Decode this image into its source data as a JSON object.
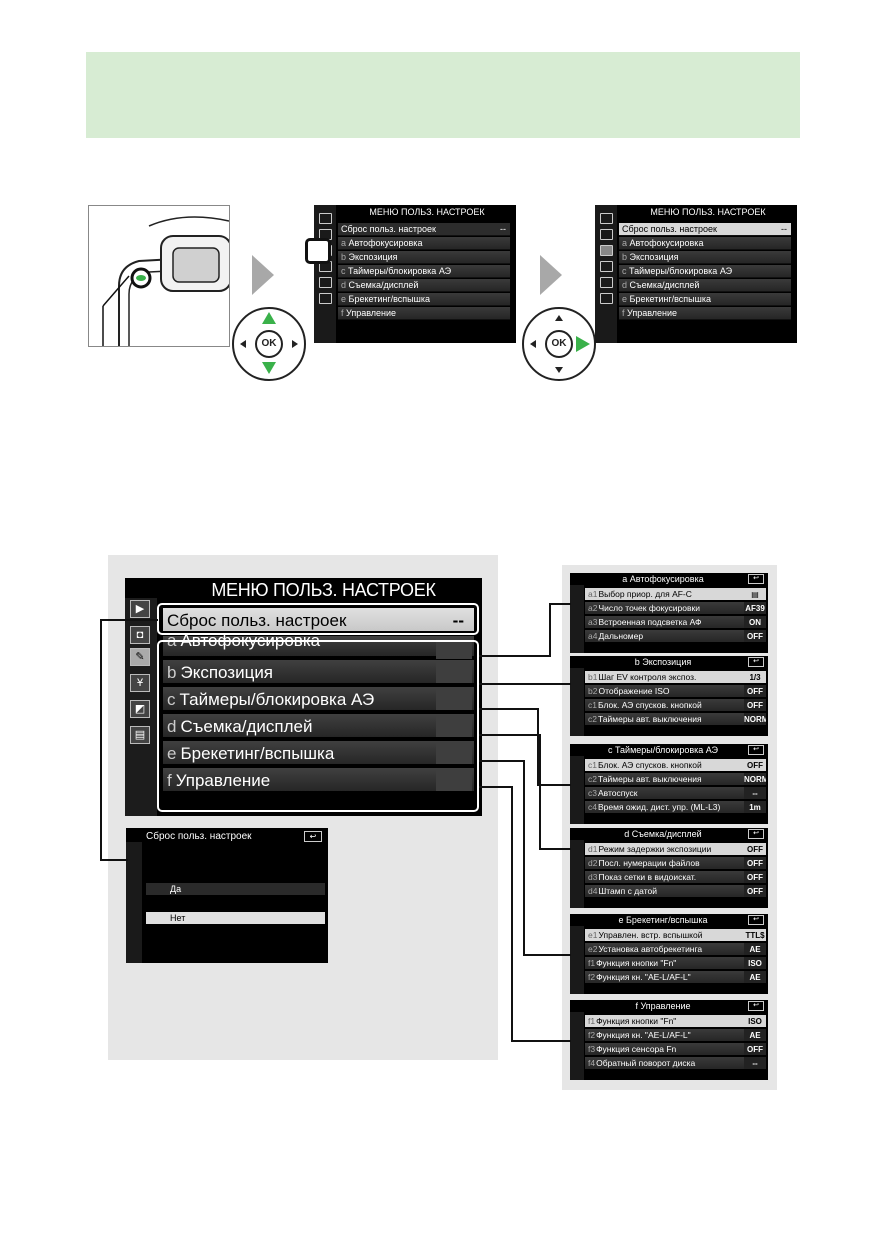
{
  "step1": {
    "menu_title": "МЕНЮ ПОЛЬЗ. НАСТРОЕК",
    "reset_row": "Сброс польз. настроек",
    "reset_val": "--",
    "items": [
      {
        "letter": "a",
        "label": "Автофокусировка"
      },
      {
        "letter": "b",
        "label": "Экспозиция"
      },
      {
        "letter": "c",
        "label": "Таймеры/блокировка АЭ"
      },
      {
        "letter": "d",
        "label": "Съемка/дисплей"
      },
      {
        "letter": "e",
        "label": "Брекетинг/вспышка"
      },
      {
        "letter": "f",
        "label": "Управление"
      }
    ]
  },
  "selector": {
    "ok_label": "OK"
  },
  "main_screen": {
    "title": "МЕНЮ ПОЛЬЗ. НАСТРОЕК",
    "reset_row": "Сброс польз. настроек",
    "reset_val": "--",
    "items": [
      {
        "letter": "a",
        "label": "Автофокусировка"
      },
      {
        "letter": "b",
        "label": "Экспозиция"
      },
      {
        "letter": "c",
        "label": "Таймеры/блокировка АЭ"
      },
      {
        "letter": "d",
        "label": "Съемка/дисплей"
      },
      {
        "letter": "e",
        "label": "Брекетинг/вспышка"
      },
      {
        "letter": "f",
        "label": "Управление"
      }
    ]
  },
  "reset_dialog": {
    "title": "Сброс польз. настроек",
    "yes": "Да",
    "no": "Нет"
  },
  "submenus": [
    {
      "title": "a Автофокусировка",
      "rows": [
        {
          "code": "a1",
          "label": "Выбор приор. для AF-C",
          "value": "▤"
        },
        {
          "code": "a2",
          "label": "Число точек фокусировки",
          "value": "AF39"
        },
        {
          "code": "a3",
          "label": "Встроенная подсветка АФ",
          "value": "ON"
        },
        {
          "code": "a4",
          "label": "Дальномер",
          "value": "OFF"
        }
      ]
    },
    {
      "title": "b Экспозиция",
      "rows": [
        {
          "code": "b1",
          "label": "Шаг EV контроля экспоз.",
          "value": "1/3"
        },
        {
          "code": "b2",
          "label": "Отображение ISO",
          "value": "OFF"
        },
        {
          "code": "c1",
          "label": "Блок. АЭ спусков. кнопкой",
          "value": "OFF"
        },
        {
          "code": "c2",
          "label": "Таймеры авт. выключения",
          "value": "NORM"
        }
      ]
    },
    {
      "title": "c Таймеры/блокировка АЭ",
      "rows": [
        {
          "code": "c1",
          "label": "Блок. АЭ спусков. кнопкой",
          "value": "OFF"
        },
        {
          "code": "c2",
          "label": "Таймеры авт. выключения",
          "value": "NORM"
        },
        {
          "code": "c3",
          "label": "Автоспуск",
          "value": "--"
        },
        {
          "code": "c4",
          "label": "Время ожид. дист. упр. (ML-L3)",
          "value": "1m"
        }
      ]
    },
    {
      "title": "d Съемка/дисплей",
      "rows": [
        {
          "code": "d1",
          "label": "Режим задержки экспозиции",
          "value": "OFF"
        },
        {
          "code": "d2",
          "label": "Посл. нумерации файлов",
          "value": "OFF"
        },
        {
          "code": "d3",
          "label": "Показ сетки в видоискат.",
          "value": "OFF"
        },
        {
          "code": "d4",
          "label": "Штамп с датой",
          "value": "OFF"
        }
      ]
    },
    {
      "title": "e Брекетинг/вспышка",
      "rows": [
        {
          "code": "e1",
          "label": "Управлен. встр. вспышкой",
          "value": "TTL$"
        },
        {
          "code": "e2",
          "label": "Установка автобрекетинга",
          "value": "AE"
        },
        {
          "code": "f1",
          "label": "Функция кнопки \"Fn\"",
          "value": "ISO"
        },
        {
          "code": "f2",
          "label": "Функция кн. \"AE-L/AF-L\"",
          "value": "AE"
        }
      ]
    },
    {
      "title": "f Управление",
      "rows": [
        {
          "code": "f1",
          "label": "Функция кнопки \"Fn\"",
          "value": "ISO"
        },
        {
          "code": "f2",
          "label": "Функция кн. \"AE-L/AF-L\"",
          "value": "AE"
        },
        {
          "code": "f3",
          "label": "Функция сенсора Fn",
          "value": "OFF"
        },
        {
          "code": "f4",
          "label": "Обратный поворот диска",
          "value": "--"
        }
      ]
    }
  ]
}
